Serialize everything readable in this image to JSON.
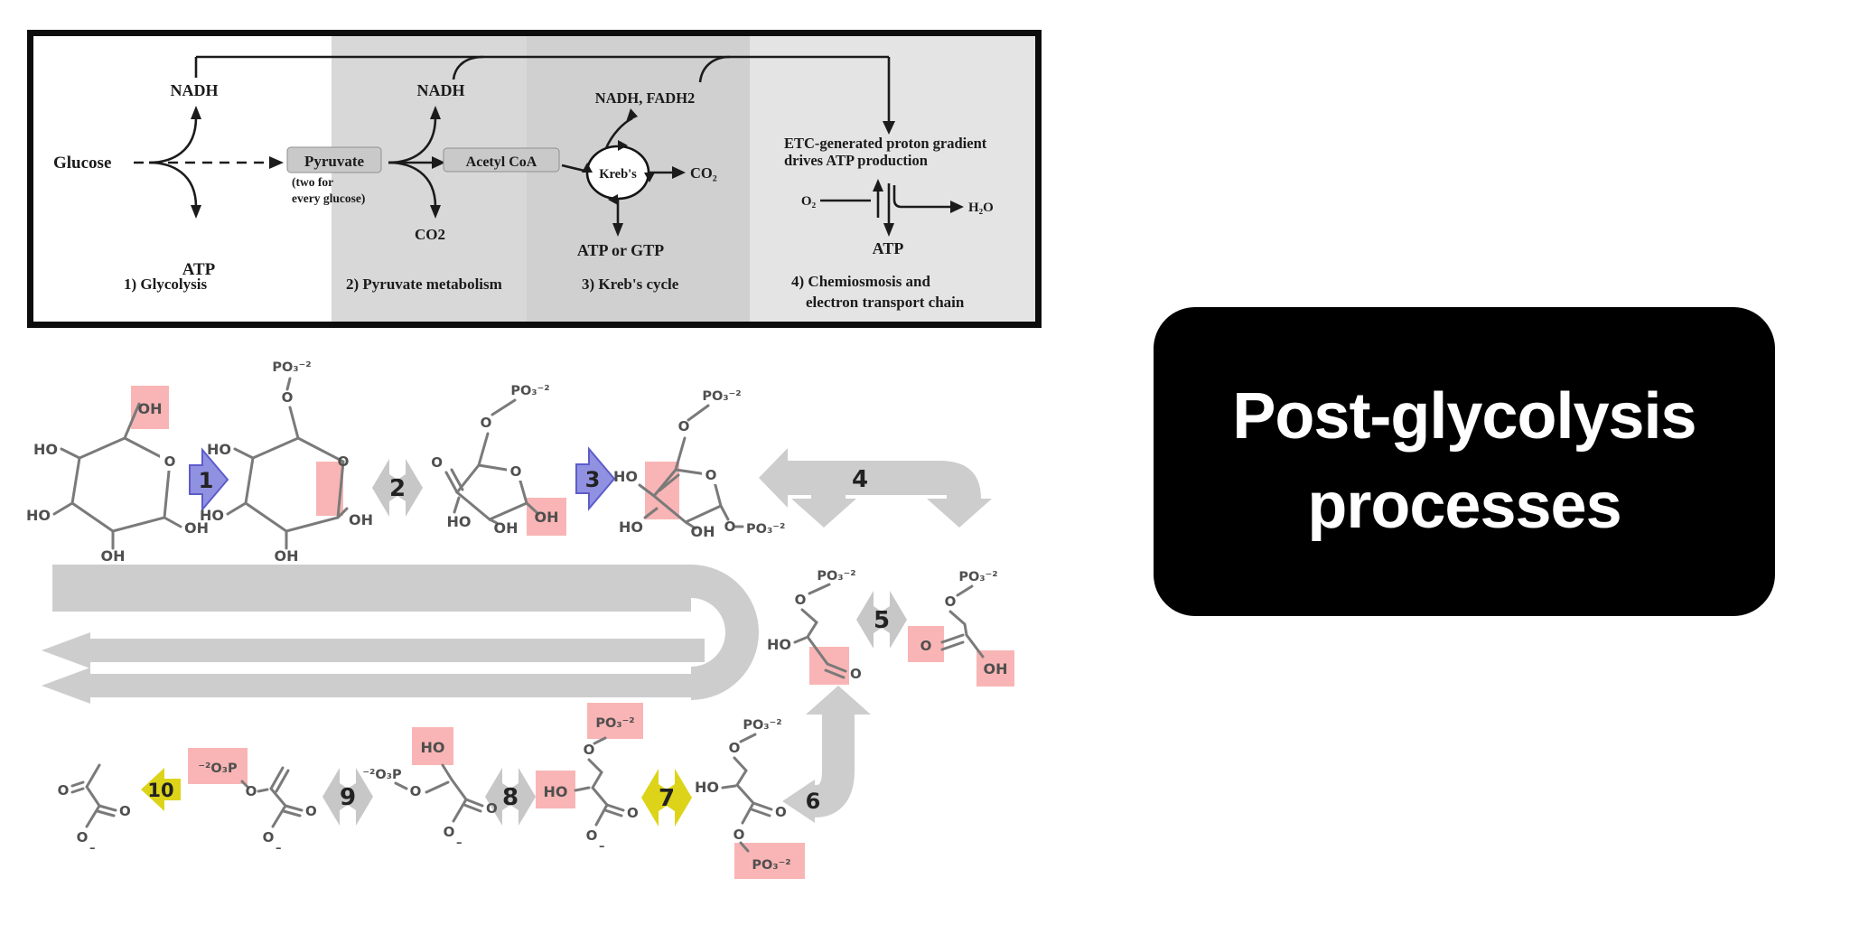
{
  "title_card": {
    "line1": "Post-glycolysis",
    "line2": "processes"
  },
  "overview": {
    "stages": [
      {
        "label": "1) Glycolysis"
      },
      {
        "label": "2) Pyruvate metabolism"
      },
      {
        "label": "3) Kreb's cycle"
      },
      {
        "label": "4) Chemiosmosis and",
        "label2": "electron transport chain"
      }
    ],
    "glucose": "Glucose",
    "nadh1": "NADH",
    "atp1": "ATP",
    "pyruvate": "Pyruvate",
    "pyruvate_note1": "(two for",
    "pyruvate_note2": "every glucose)",
    "nadh2": "NADH",
    "co2_1": "CO2",
    "acetyl_coa": "Acetyl CoA",
    "krebs": "Kreb's",
    "nadh_fadh2": "NADH, FADH2",
    "co2_2": "CO₂",
    "atp_or_gtp": "ATP or GTP",
    "etc_line1": "ETC-generated proton gradient",
    "etc_line2": "drives ATP production",
    "o2": "O₂",
    "h2o": "H₂O",
    "atp2": "ATP"
  },
  "chem": {
    "po3": "PO₃⁻²",
    "po3_left": "⁻²O₃P",
    "oh": "OH",
    "ho": "HO",
    "o": "O",
    "minus": "–"
  },
  "glycolysis": {
    "steps": [
      {
        "n": "1",
        "color": "#9191e2"
      },
      {
        "n": "2",
        "color": "#c7c7c7"
      },
      {
        "n": "3",
        "color": "#9191e2"
      },
      {
        "n": "4",
        "color": "#cdcdcd"
      },
      {
        "n": "5",
        "color": "#c7c7c7"
      },
      {
        "n": "6",
        "color": "#cdcdcd"
      },
      {
        "n": "7",
        "color": "#ddd41a"
      },
      {
        "n": "8",
        "color": "#c7c7c7"
      },
      {
        "n": "9",
        "color": "#c7c7c7"
      },
      {
        "n": "10",
        "color": "#ddd41a"
      }
    ]
  },
  "colors": {
    "highlight_pink": "#f9b5b5",
    "arrow_blue": "#9191e2",
    "arrow_blue_stroke": "#5c5ccb",
    "arrow_gray": "#c7c7c7",
    "arrow_big_gray": "#cdcdcd",
    "arrow_yellow": "#ddd41a",
    "band2": "#d8d8d8",
    "band3": "#d0d0d0",
    "band4": "#e4e4e4",
    "card_bg": "#000000",
    "card_text": "#ffffff"
  }
}
